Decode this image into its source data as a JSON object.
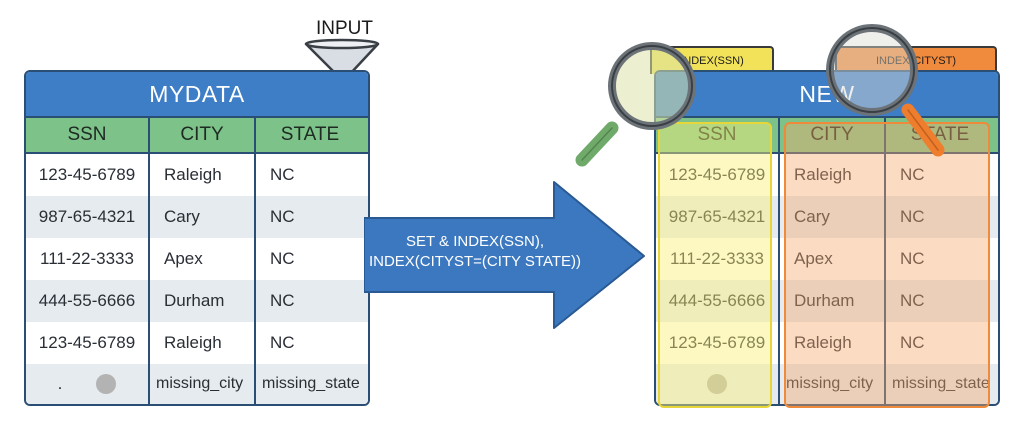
{
  "input_label": "INPUT",
  "source_table": {
    "title": "MYDATA",
    "columns": [
      "SSN",
      "CITY",
      "STATE"
    ],
    "rows": [
      [
        "123-45-6789",
        "Raleigh",
        "NC"
      ],
      [
        "987-65-4321",
        "Cary",
        "NC"
      ],
      [
        "111-22-3333",
        "Apex",
        "NC"
      ],
      [
        "444-55-6666",
        "Durham",
        "NC"
      ],
      [
        "123-45-6789",
        "Raleigh",
        "NC"
      ]
    ],
    "missing_row": {
      "ssn_marker": ".",
      "city": "missing_city",
      "state": "missing_state"
    }
  },
  "arrow": {
    "line1": "SET & INDEX(SSN),",
    "line2": "INDEX(CITYST=(CITY STATE))"
  },
  "target_table": {
    "title": "NEW",
    "columns": [
      "SSN",
      "CITY",
      "STATE"
    ],
    "rows": [
      [
        "123-45-6789",
        "Raleigh",
        "NC"
      ],
      [
        "987-65-4321",
        "Cary",
        "NC"
      ],
      [
        "111-22-3333",
        "Apex",
        "NC"
      ],
      [
        "444-55-6666",
        "Durham",
        "NC"
      ],
      [
        "123-45-6789",
        "Raleigh",
        "NC"
      ]
    ],
    "missing_row": {
      "city": "missing_city",
      "state": "missing_state"
    }
  },
  "index_tabs": {
    "ssn": "INDEX(SSN)",
    "cityst": "INDEX(CITYST)"
  },
  "colors": {
    "header_blue": "#3e7ec6",
    "column_green": "#7dc389",
    "arrow_blue": "#3c78bf",
    "highlight_yellow": "#f2e25a",
    "highlight_orange": "#f08a3c"
  }
}
